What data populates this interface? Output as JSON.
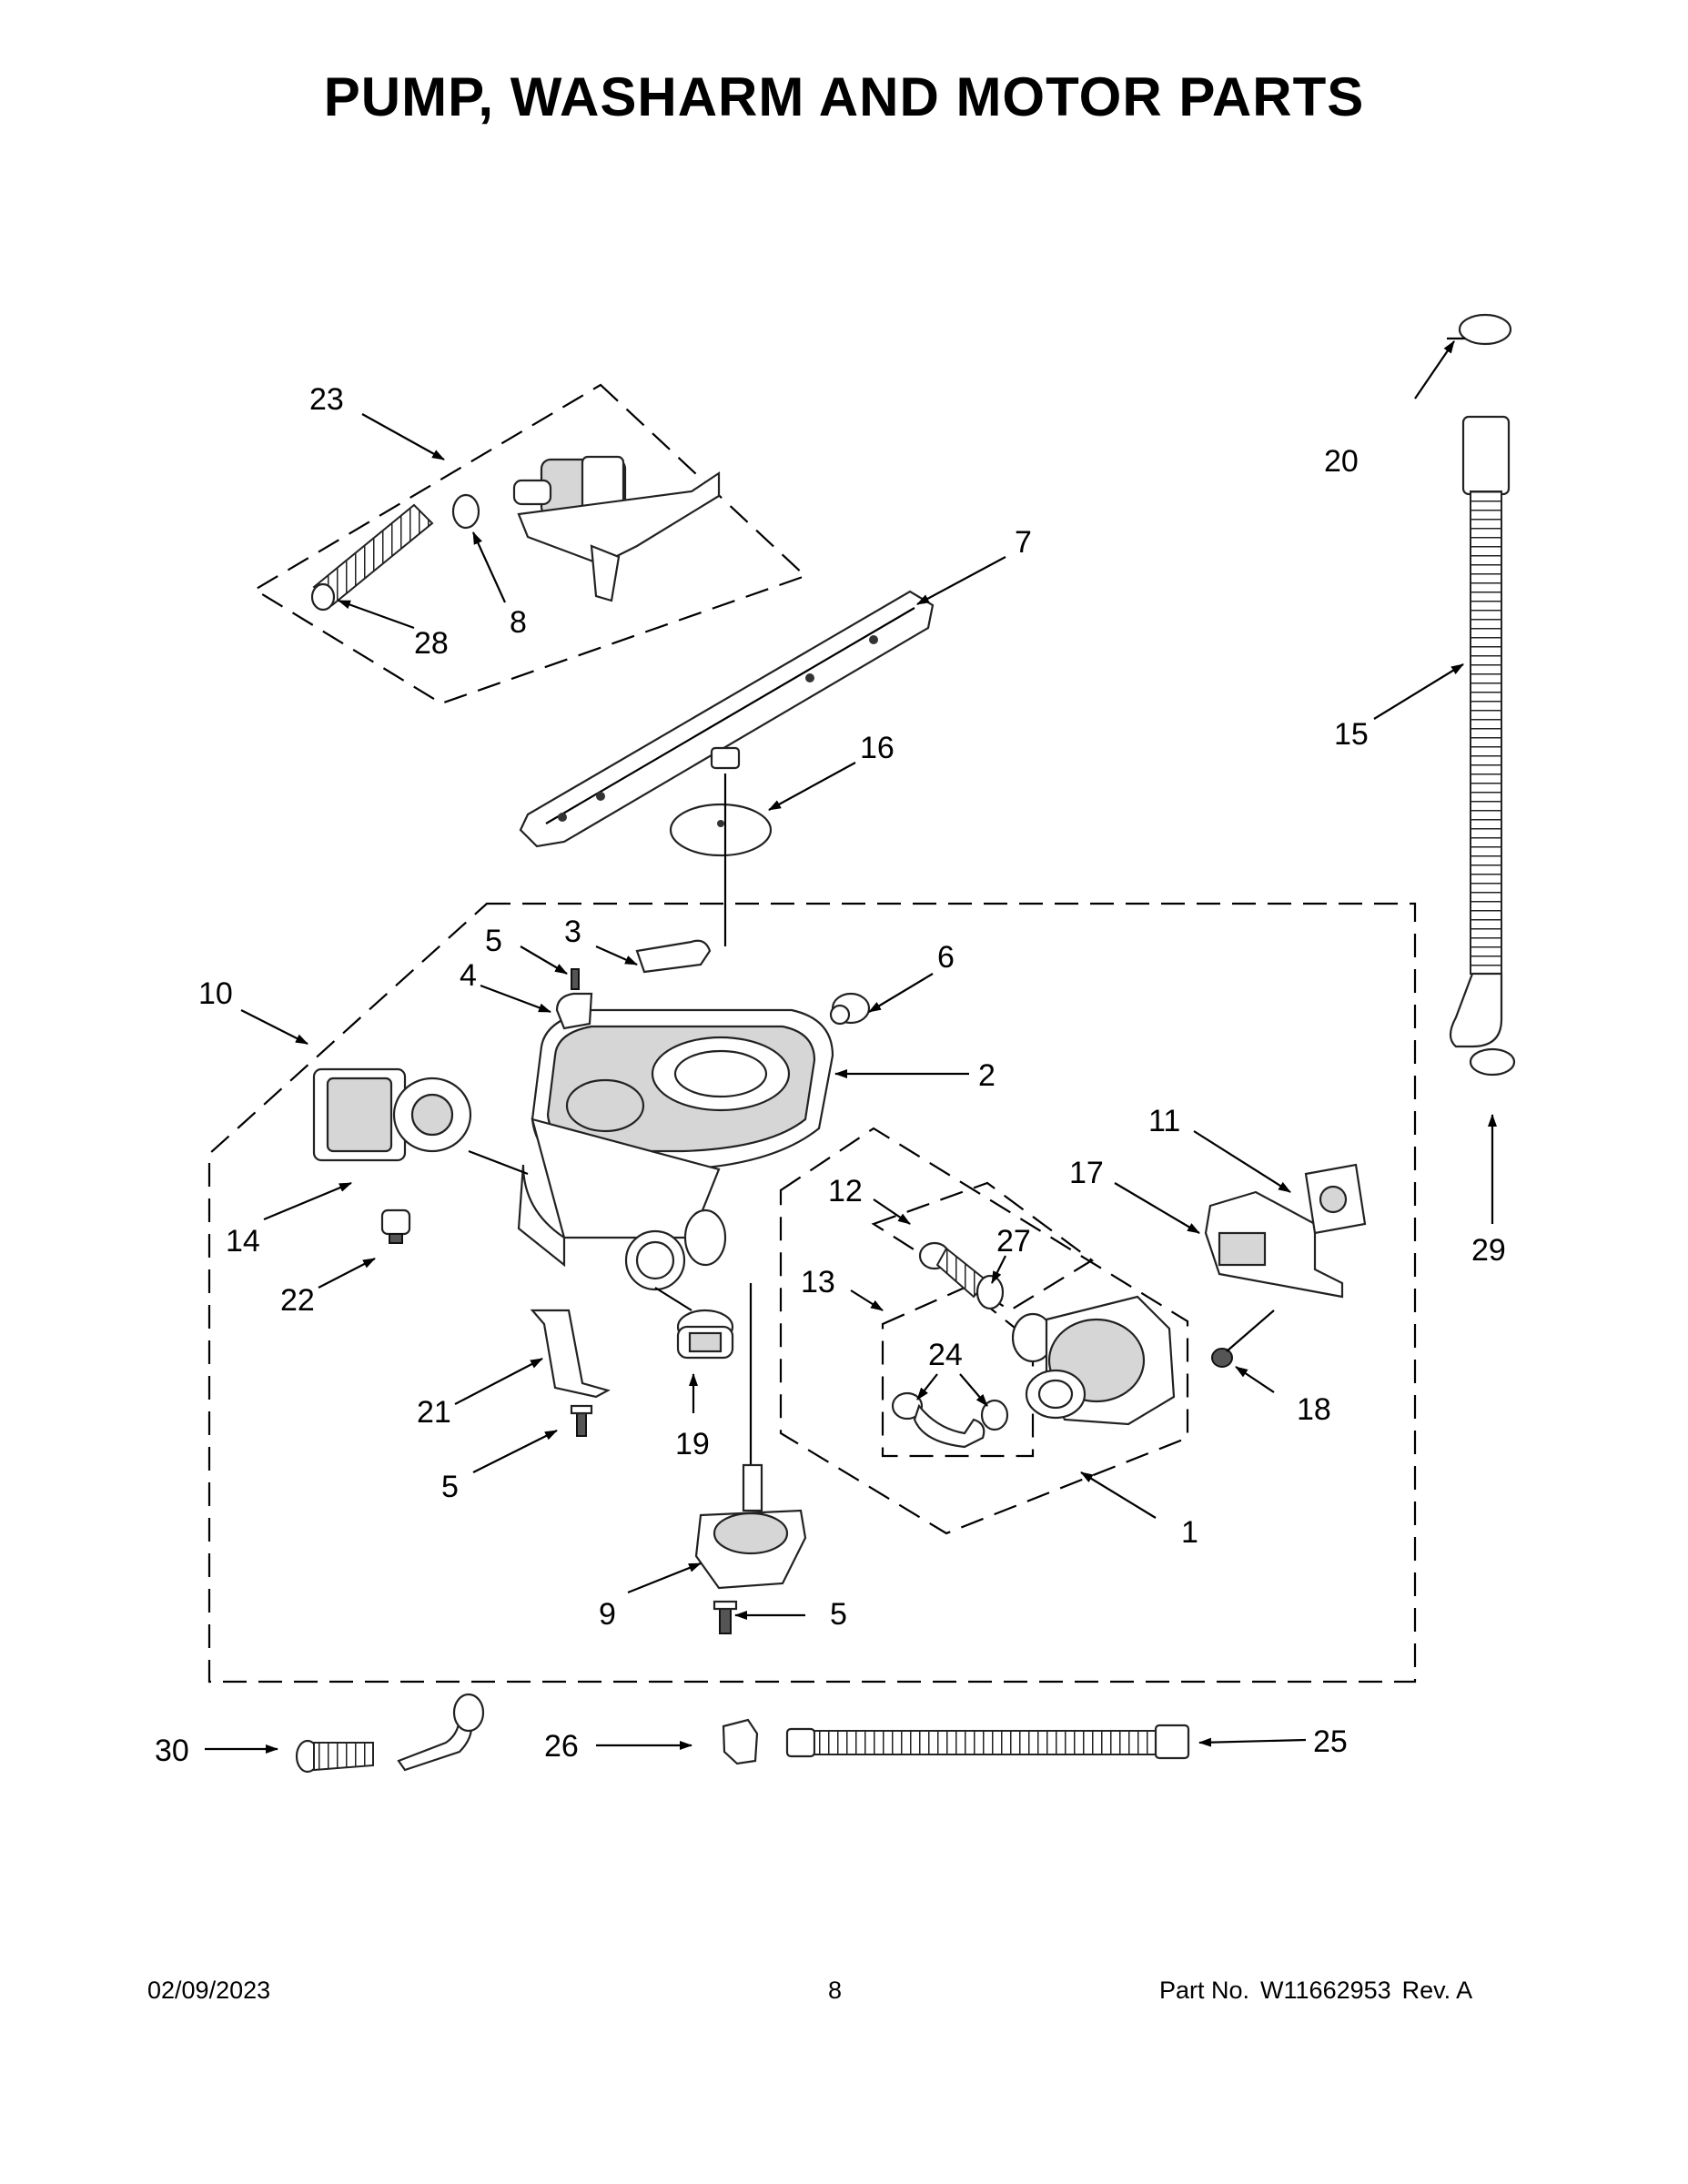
{
  "title": "PUMP, WASHARM AND MOTOR PARTS",
  "callouts": {
    "c1": "1",
    "c2": "2",
    "c3": "3",
    "c4": "4",
    "c5a": "5",
    "c5b": "5",
    "c5c": "5",
    "c6": "6",
    "c7": "7",
    "c8": "8",
    "c9": "9",
    "c10": "10",
    "c11": "11",
    "c12": "12",
    "c13": "13",
    "c14": "14",
    "c15": "15",
    "c16": "16",
    "c17": "17",
    "c18": "18",
    "c19": "19",
    "c20": "20",
    "c21": "21",
    "c22": "22",
    "c23": "23",
    "c24": "24",
    "c25": "25",
    "c26": "26",
    "c27": "27",
    "c28": "28",
    "c29": "29",
    "c30": "30"
  },
  "footer": {
    "date": "02/09/2023",
    "page": "8",
    "part_label": "Part No.",
    "part_number": "W11662953",
    "revision": "Rev. A"
  }
}
